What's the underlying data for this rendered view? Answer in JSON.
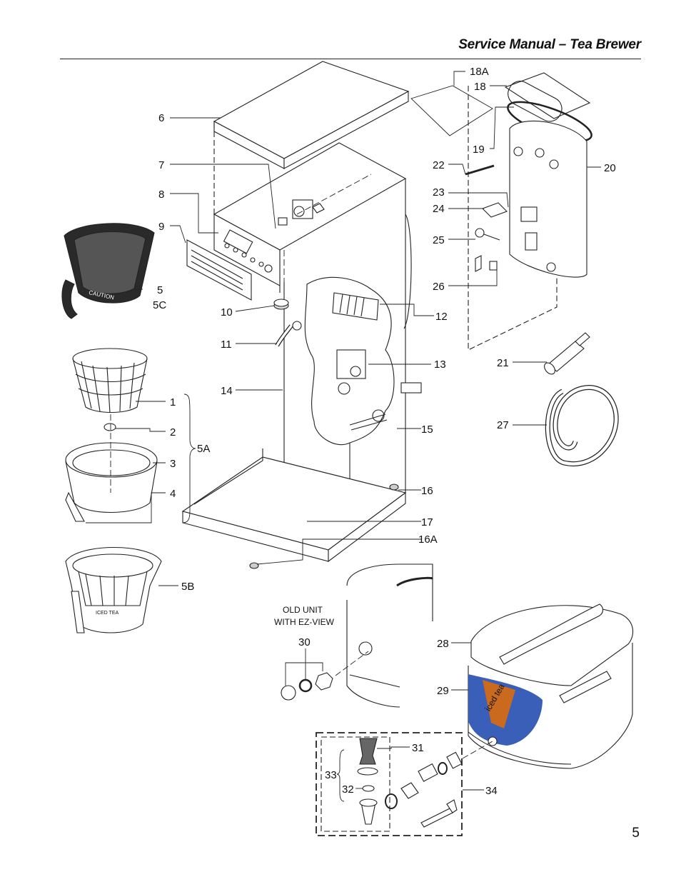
{
  "header": {
    "title": "Service Manual – Tea Brewer"
  },
  "page_number": "5",
  "callouts": {
    "c1": "1",
    "c2": "2",
    "c3": "3",
    "c4": "4",
    "c5": "5",
    "c5a": "5A",
    "c5b": "5B",
    "c5c": "5C",
    "c6": "6",
    "c7": "7",
    "c8": "8",
    "c9": "9",
    "c10": "10",
    "c11": "11",
    "c12": "12",
    "c13": "13",
    "c14": "14",
    "c15": "15",
    "c16": "16",
    "c16a": "16A",
    "c17": "17",
    "c18": "18",
    "c18a": "18A",
    "c19": "19",
    "c20": "20",
    "c21": "21",
    "c22": "22",
    "c23": "23",
    "c24": "24",
    "c25": "25",
    "c26": "26",
    "c27": "27",
    "c28": "28",
    "c29": "29",
    "c30": "30",
    "c31": "31",
    "c32": "32",
    "c33": "33",
    "c34": "34"
  },
  "old_unit_note": {
    "line1": "OLD UNIT",
    "line2": "WITH EZ-VIEW"
  },
  "dispenser_decal": "iced tea",
  "funnel_warning": "CAUTION",
  "funnel_5b_label": "ICED TEA"
}
